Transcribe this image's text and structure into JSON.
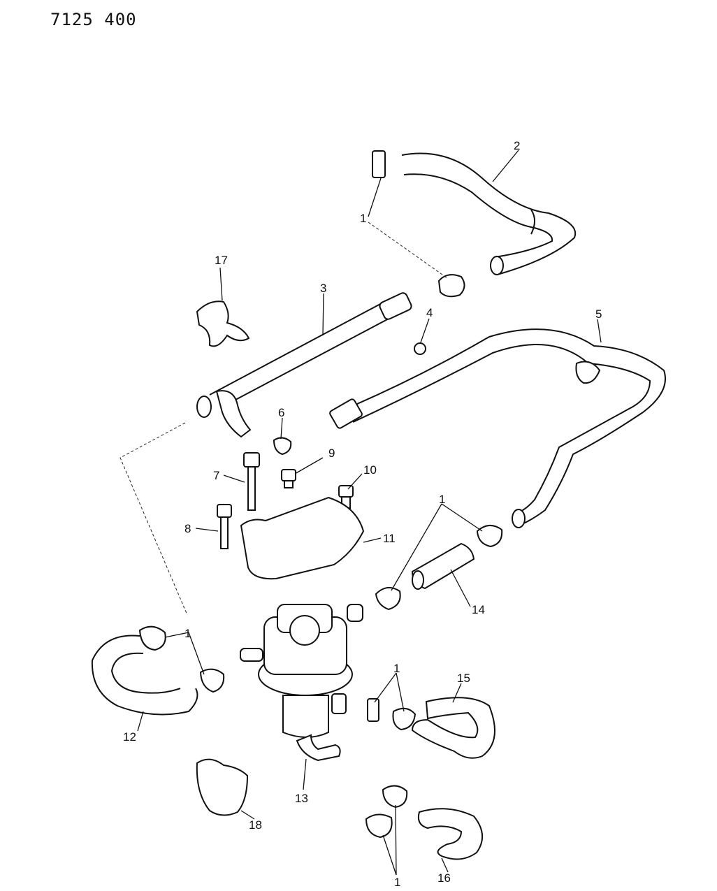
{
  "header": {
    "ref_code": "7125 400"
  },
  "callouts": {
    "c1a": "1",
    "c2": "2",
    "c3": "3",
    "c4": "4",
    "c5": "5",
    "c6": "6",
    "c7": "7",
    "c8": "8",
    "c9": "9",
    "c10": "10",
    "c11": "11",
    "c12": "12",
    "c13": "13",
    "c14": "14",
    "c15": "15",
    "c16": "16",
    "c17": "17",
    "c18": "18",
    "c1b": "1",
    "c1c": "1",
    "c1d": "1",
    "c1e": "1"
  },
  "colors": {
    "line": "#111111",
    "background": "#ffffff"
  }
}
